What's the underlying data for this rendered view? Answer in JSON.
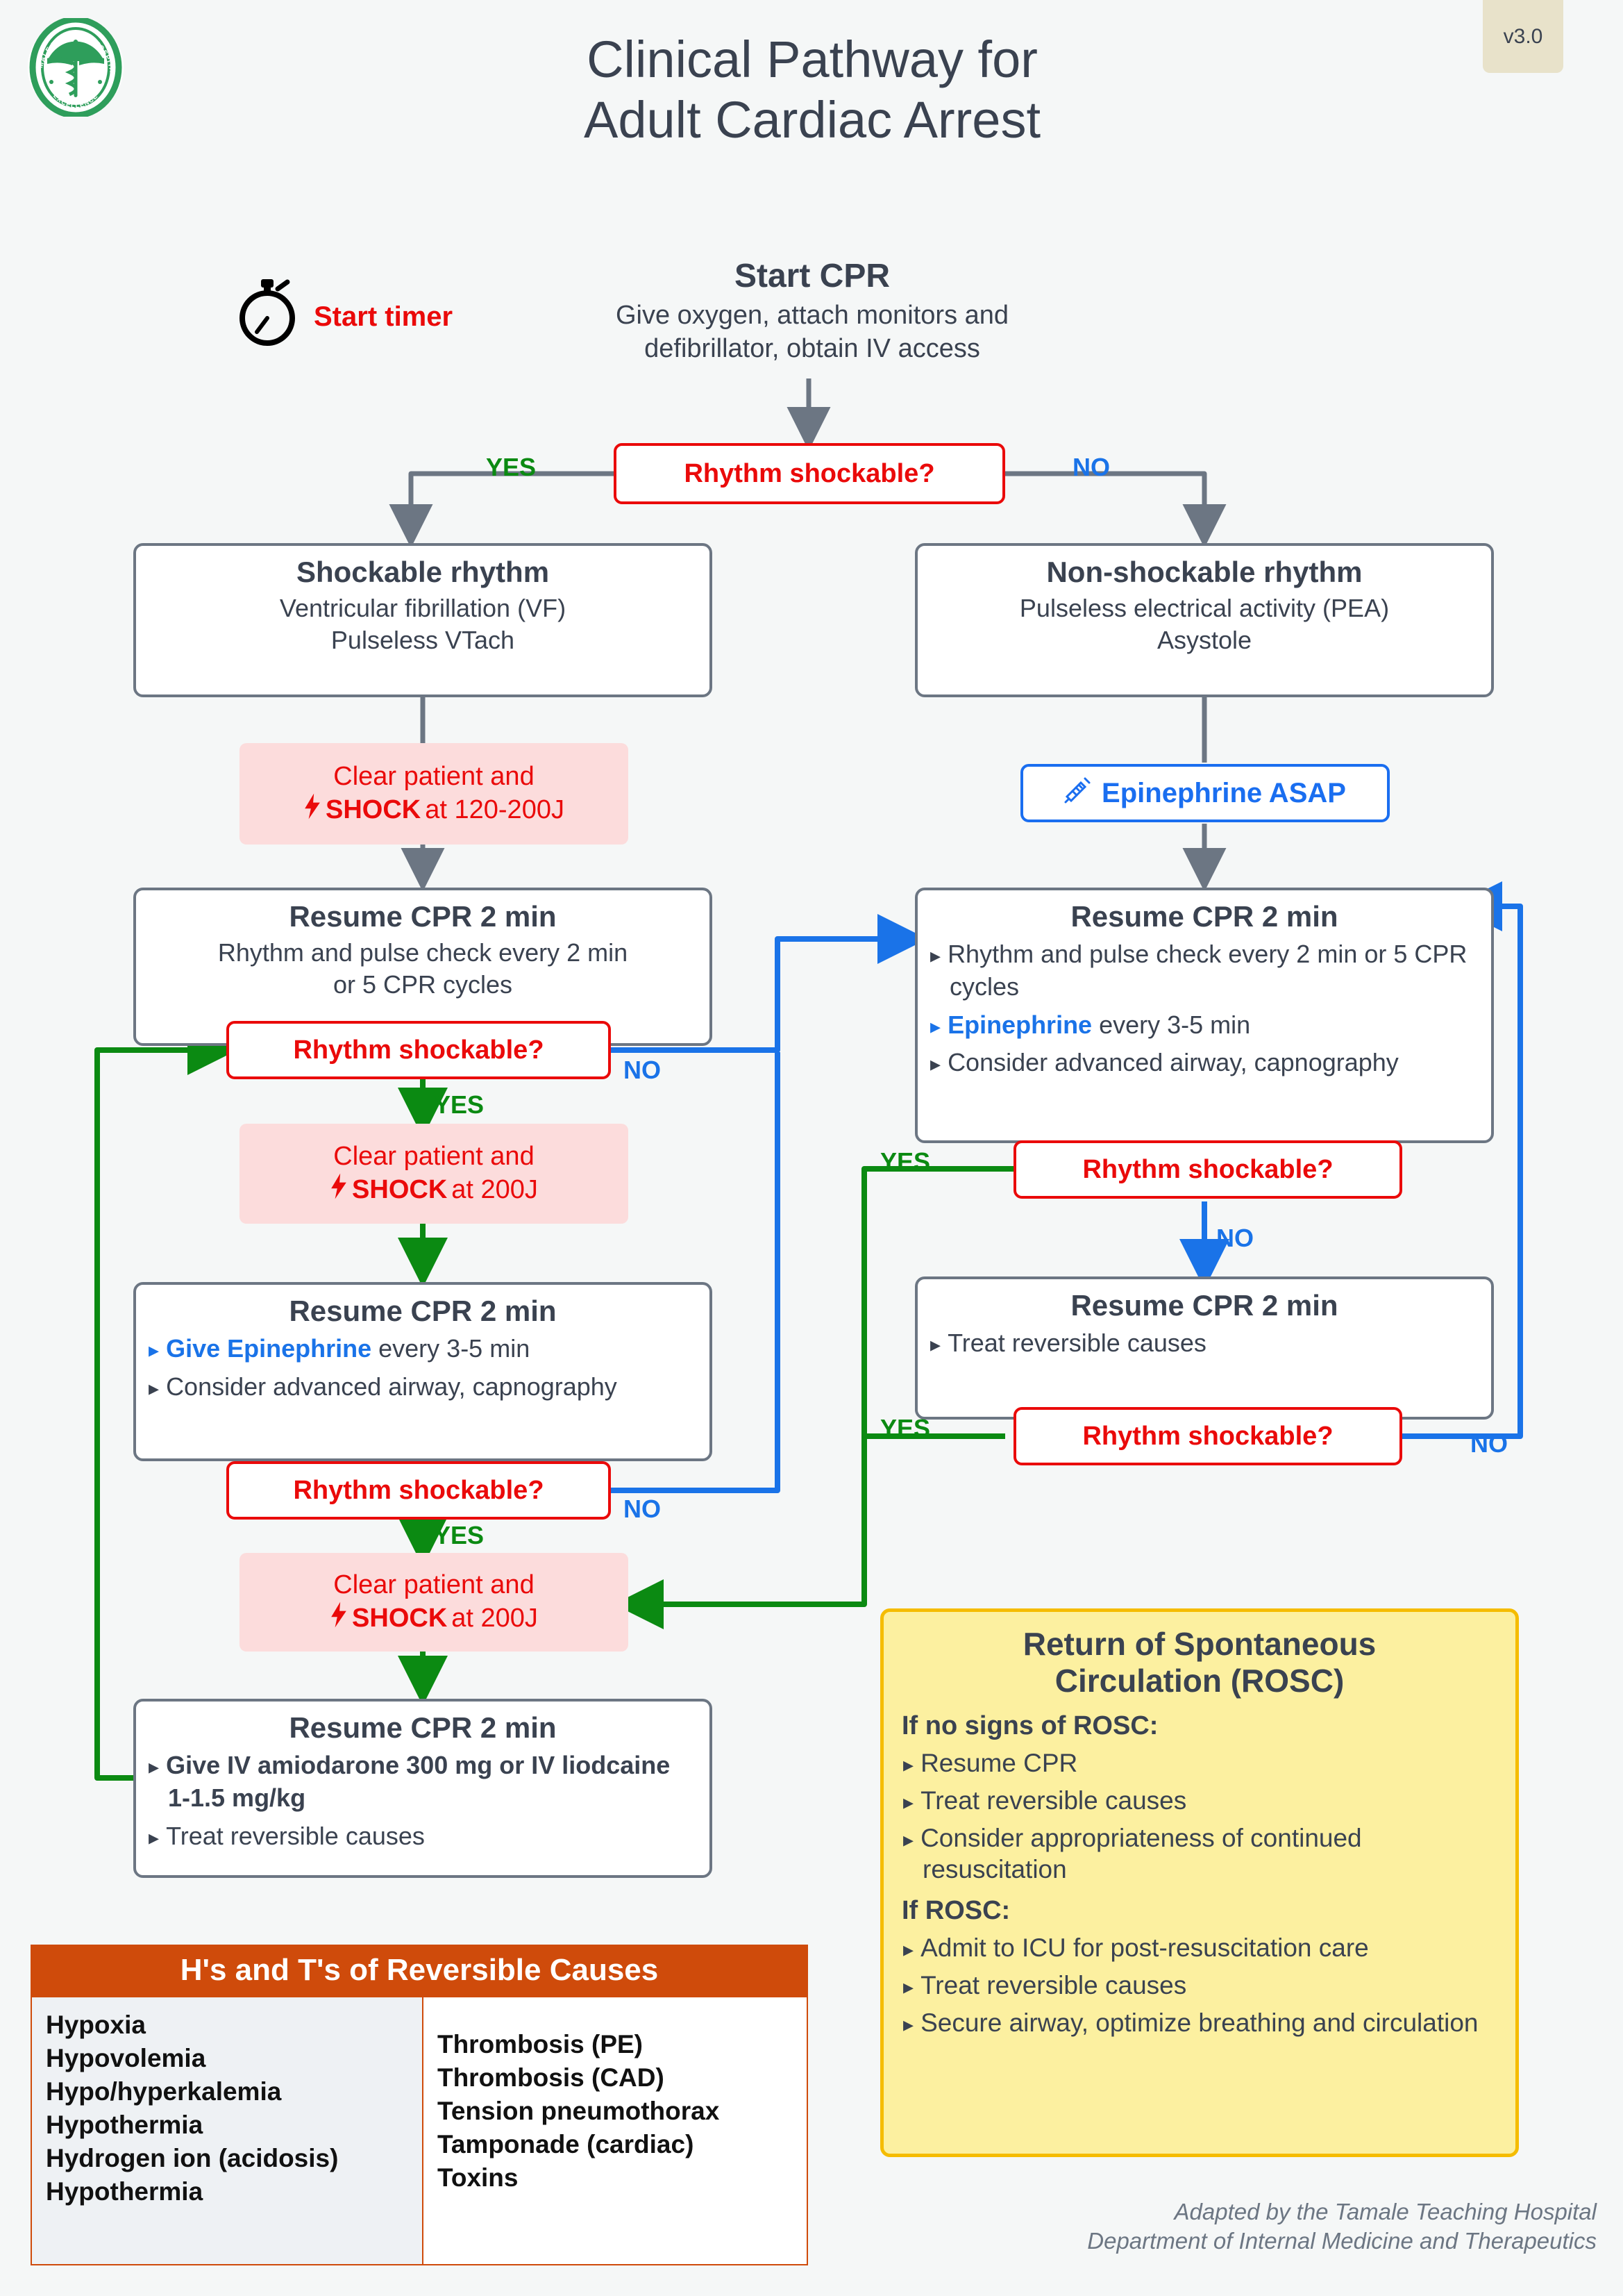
{
  "header": {
    "title_line1": "Clinical Pathway for",
    "title_line2": "Adult Cardiac Arrest",
    "version": "v3.0",
    "logo_top_text": "TAMALE TEACHING HOSPITAL",
    "logo_bottom_text": "EXCELLENCE"
  },
  "start": {
    "timer_label": "Start timer",
    "cpr_title": "Start CPR",
    "cpr_sub_line1": "Give oxygen, attach monitors and",
    "cpr_sub_line2": "defibrillator, obtain IV access"
  },
  "labels": {
    "yes": "YES",
    "no": "NO",
    "shockable_question": "Rhythm shockable?"
  },
  "nodes": {
    "shockable_rhythm": {
      "title": "Shockable rhythm",
      "line1": "Ventricular fibrillation (VF)",
      "line2": "Pulseless VTach"
    },
    "non_shockable_rhythm": {
      "title": "Non-shockable rhythm",
      "line1": "Pulseless electrical activity (PEA)",
      "line2": "Asystole"
    },
    "shock_120_200": {
      "line1": "Clear patient and",
      "bold": "SHOCK",
      "tail": " at 120-200J"
    },
    "shock_200_a": {
      "line1": "Clear patient and",
      "bold": "SHOCK",
      "tail": " at 200J"
    },
    "shock_200_b": {
      "line1": "Clear patient and",
      "bold": "SHOCK",
      "tail": " at 200J"
    },
    "epi_asap": {
      "label": "Epinephrine ASAP"
    },
    "cpr_left_1": {
      "title": "Resume CPR 2 min",
      "line1": "Rhythm and pulse check every 2 min",
      "line2": "or 5 CPR cycles"
    },
    "cpr_left_2": {
      "title": "Resume CPR 2 min",
      "b1_bold": "Give Epinephrine",
      "b1_rest": " every 3-5 min",
      "b2": "Consider advanced airway, capnography"
    },
    "cpr_left_3": {
      "title": "Resume CPR 2 min",
      "b1_bold": "Give IV amiodarone 300 mg or IV liodcaine 1-1.5 mg/kg",
      "b2": "Treat reversible causes"
    },
    "cpr_right_1": {
      "title": "Resume CPR 2 min",
      "b1": "Rhythm and pulse check every 2 min or 5 CPR cycles",
      "b2_bold": "Epinephrine",
      "b2_rest": " every 3-5 min",
      "b3": "Consider advanced airway, capnography"
    },
    "cpr_right_2": {
      "title": "Resume CPR 2 min",
      "b1": "Treat reversible causes"
    }
  },
  "rosc": {
    "title_line1": "Return of Spontaneous",
    "title_line2": "Circulation (ROSC)",
    "no_rosc_heading": "If no signs of ROSC:",
    "no_rosc_items": [
      "Resume CPR",
      "Treat reversible causes",
      "Consider appropriateness of continued resuscitation"
    ],
    "rosc_heading": "If ROSC:",
    "rosc_items": [
      "Admit to ICU for post-resuscitation care",
      "Treat reversible causes",
      "Secure airway, optimize breathing and circulation"
    ]
  },
  "hts": {
    "heading": "H's and T's of Reversible Causes",
    "hs": [
      "Hypoxia",
      "Hypovolemia",
      "Hypo/hyperkalemia",
      "Hypothermia",
      "Hydrogen ion (acidosis)",
      "Hypothermia"
    ],
    "ts": [
      "Thrombosis (PE)",
      "Thrombosis (CAD)",
      "Tension pneumothorax",
      "Tamponade (cardiac)",
      "Toxins"
    ]
  },
  "footer": {
    "line1": "Adapted by the Tamale Teaching Hospital",
    "line2": "Department of Internal Medicine and Therapeutics"
  },
  "colors": {
    "yes_green": "#0b8a12",
    "no_blue": "#1a73e8",
    "decision_red": "#ea0a0a",
    "shock_bg": "#fcdcdc",
    "box_border": "#6c7683",
    "rosc_bg": "#fcf0a0",
    "rosc_border": "#f5bc00",
    "hts_header": "#cf4b0b",
    "logo_green": "#2e9e5b",
    "page_bg": "#f5f7f7",
    "text": "#3a4250"
  }
}
